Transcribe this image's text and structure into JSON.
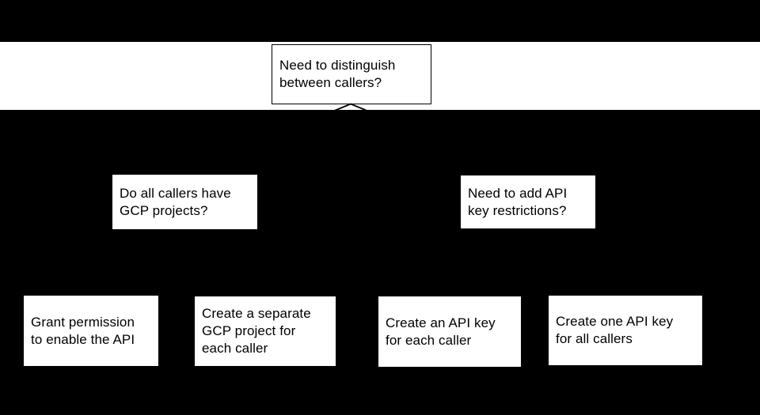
{
  "diagram": {
    "type": "flowchart",
    "colors": {
      "background": "#000000",
      "node_fill": "#ffffff",
      "node_border": "#000000",
      "text": "#000000"
    },
    "nodes": [
      {
        "id": "need-distinguish",
        "label": "Need to distinguish\nbetween callers?"
      },
      {
        "id": "callers-have-gcp",
        "label": "Do all callers have\nGCP projects?"
      },
      {
        "id": "need-key-restrictions",
        "label": "Need to add API\nkey restrictions?"
      },
      {
        "id": "grant-permission",
        "label": "Grant permission\nto enable the API"
      },
      {
        "id": "separate-gcp-project",
        "label": "Create a separate\nGCP project for\neach caller"
      },
      {
        "id": "api-key-each-caller",
        "label": "Create an API key\nfor each caller"
      },
      {
        "id": "api-key-all-callers",
        "label": "Create one API key\nfor all callers"
      }
    ]
  }
}
